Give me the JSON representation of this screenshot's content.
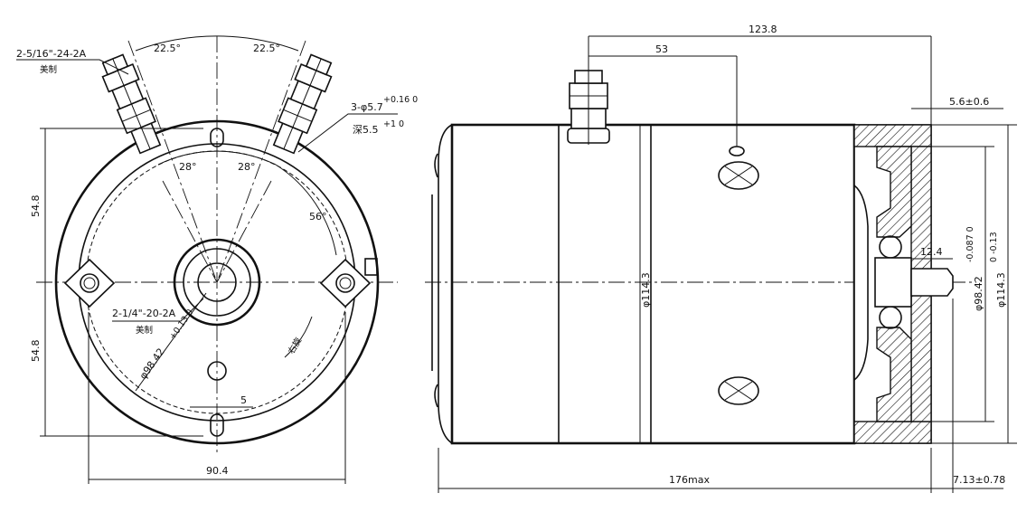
{
  "front_view": {
    "terminal_spec": "2-5/16\"-24-2A",
    "terminal_spec_note": "美制",
    "angle_left_top": "22.5°",
    "angle_right_top": "22.5°",
    "angle_left_inner": "28°",
    "angle_right_inner": "28°",
    "angle_56": "56°",
    "hole_spec": "3-φ5.7",
    "hole_spec_tol": "+0.16 0",
    "hole_depth": "深5.5",
    "hole_depth_tol": "+1 0",
    "mount_thread": "2-1/4\"-20-2A",
    "mount_thread_note": "美制",
    "pcd": "φ98.42",
    "pcd_tol": "+0.13 0",
    "dim_upper_height": "54.8",
    "dim_lower_height": "54.8",
    "dim_width": "90.4",
    "dim_slot": "5",
    "rotation_note": "右旋"
  },
  "side_view": {
    "dim_top_overall": "123.8",
    "dim_terminal": "53",
    "dim_flange": "5.6±0.6",
    "dim_body_dia": "φ114.3",
    "dim_shaft": "12.4",
    "dim_pilot": "φ98.42",
    "dim_pilot_tol": "-0.087 0",
    "dim_flange_dia": "φ114.3",
    "dim_flange_dia_tol": "0 -0.13",
    "dim_length": "176max",
    "dim_offset": "7.13±0.78"
  }
}
